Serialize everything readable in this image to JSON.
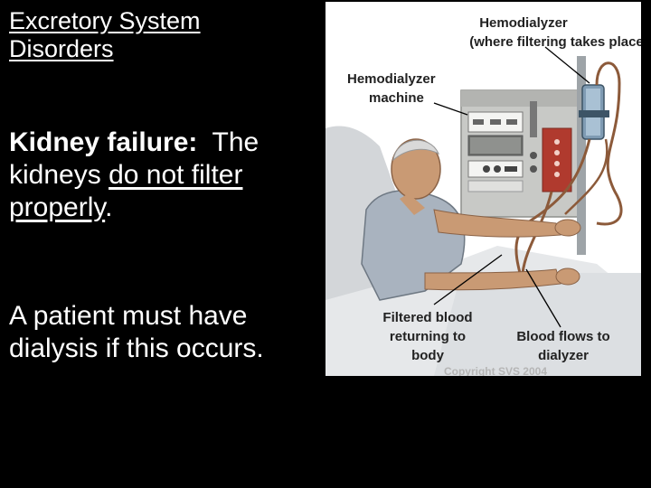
{
  "slide": {
    "title_line1": "Excretory System",
    "title_line2": "Disorders",
    "kidney_term": "Kidney failure:",
    "kidney_text_1": "The kidneys",
    "kidney_underlined": "do not filter properly",
    "kidney_period": ".",
    "dialysis_text": "A patient must have dialysis if this occurs."
  },
  "figure": {
    "label_hemodialyzer_title": "Hemodialyzer",
    "label_hemodialyzer_sub": "(where filtering takes place)",
    "label_machine_line1": "Hemodialyzer",
    "label_machine_line2": "machine",
    "label_filtered_line1": "Filtered blood",
    "label_filtered_line2": "returning to",
    "label_filtered_line3": "body",
    "label_flow_line1": "Blood flows to",
    "label_flow_line2": "dialyzer",
    "copyright": "Copyright SVS 2004"
  },
  "colors": {
    "background": "#000000",
    "text": "#ffffff",
    "figure_background": "#ffffff",
    "skin": "#c99a74",
    "gown": "#a9b3bf",
    "machine": "#c8c9c6",
    "tubing": "#8c5a3a"
  }
}
